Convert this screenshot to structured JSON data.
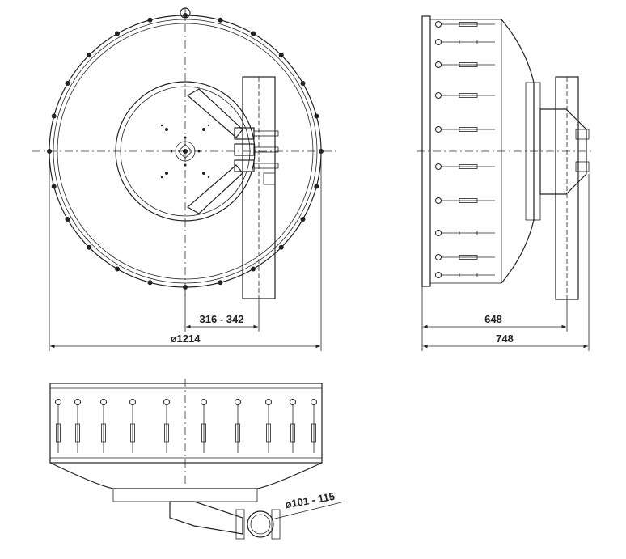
{
  "drawing": {
    "front_view": {
      "dim_mount_offset": "316 - 342",
      "dim_diameter": "ø1214"
    },
    "side_view": {
      "dim_depth": "648",
      "dim_total_depth": "748"
    },
    "top_view": {
      "dim_pole_diameter": "ø101 - 115"
    }
  }
}
